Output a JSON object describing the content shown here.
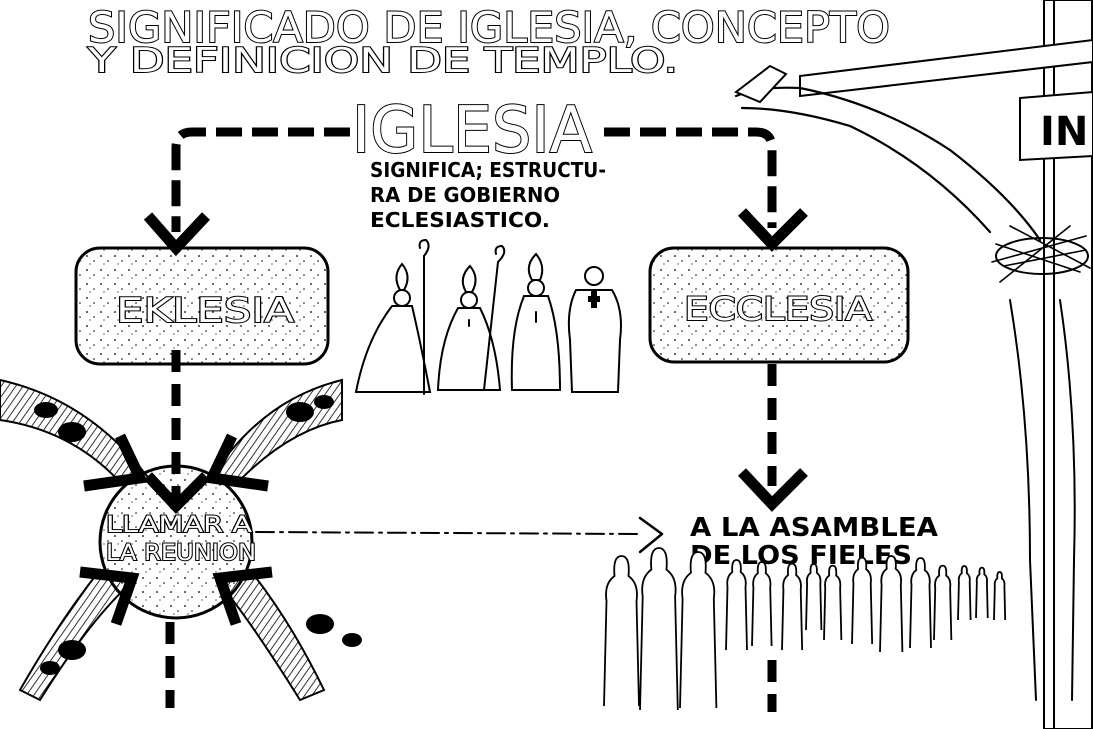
{
  "title": {
    "line1": "SIGNIFICADO DE IGLESIA, CONCEPTO",
    "line2": "Y DEFINICION DE TEMPLO."
  },
  "center": {
    "heading": "IGLESIA",
    "description_lines": [
      "SIGNIFICA; ESTRUCTU-",
      "RA DE GOBIERNO",
      "ECLESIASTICO."
    ]
  },
  "boxes": {
    "left": "EKLESIA",
    "right": "ECCLESIA"
  },
  "meeting": {
    "line1": "LLAMAR A",
    "line2": "LA REUNION"
  },
  "assembly": {
    "line1": "A LA ASAMBLEA",
    "line2": "DE LOS FIELES"
  },
  "crucifix": {
    "inscription": "IN"
  }
}
